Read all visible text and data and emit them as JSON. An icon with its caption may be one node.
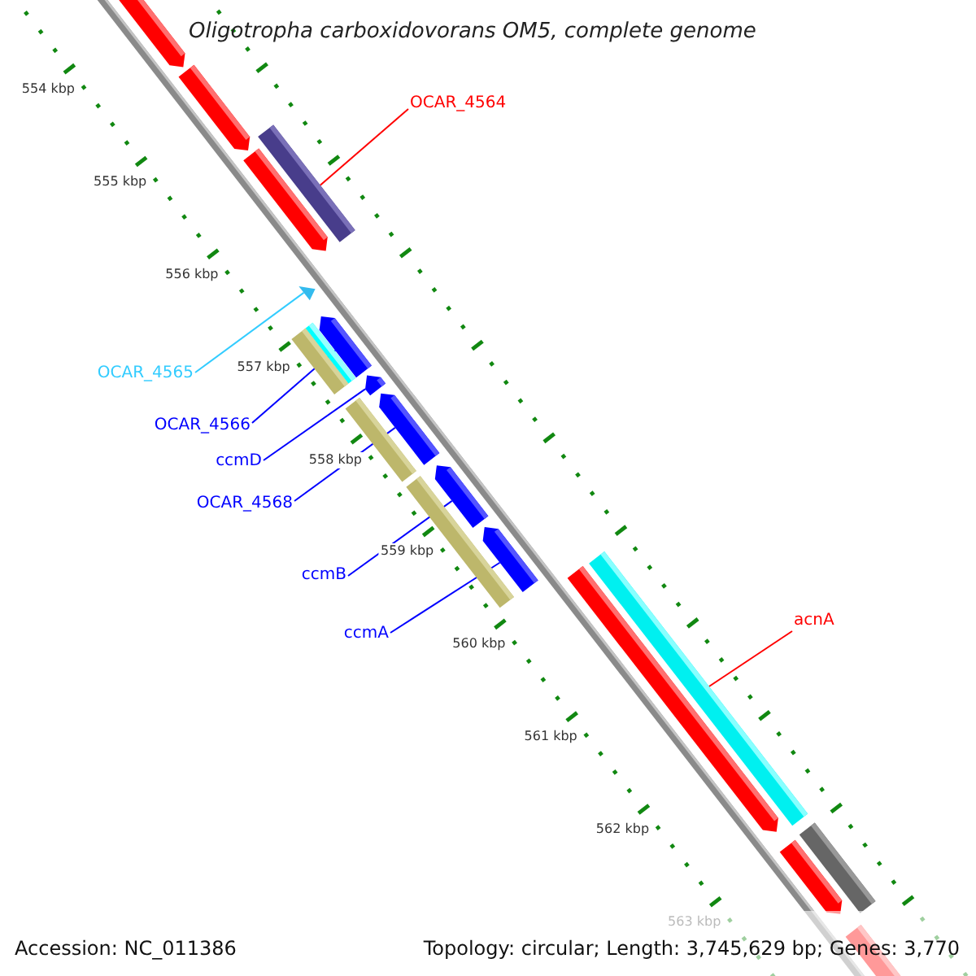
{
  "diagram": {
    "title": "Oligotropha carboxidovorans OM5, complete genome",
    "nodes": [
      {
        "text": [
          "OCAR_4564"
        ]
      },
      {
        "text": [],
        "shape": "bar"
      },
      {
        "text": [
          "OCAR_4565"
        ]
      },
      {
        "text": [],
        "shape": "triangle"
      },
      {
        "text": [
          "OCAR_4566"
        ]
      },
      {
        "text": [],
        "shape": "arrow"
      },
      {
        "text": [
          "ccmD"
        ]
      },
      {
        "text": [],
        "shape": "arrow"
      },
      {
        "text": [
          "OCAR_4568"
        ]
      },
      {
        "text": [],
        "shape": "arrow"
      },
      {
        "text": [
          "ccmB"
        ]
      },
      {
        "text": [],
        "shape": "arrow"
      },
      {
        "text": [
          "ccmA"
        ]
      },
      {
        "text": [],
        "shape": "arrow"
      },
      {
        "text": [
          "acnA"
        ]
      },
      {
        "text": [],
        "shape": "bar"
      }
    ],
    "edges": [
      {
        "from": 0,
        "to": 1,
        "arrow": "none",
        "color": "#ff0000"
      },
      {
        "from": 2,
        "to": 3,
        "arrow": "none",
        "color": "#33ccff"
      },
      {
        "from": 4,
        "to": 5,
        "arrow": "none"
      },
      {
        "from": 6,
        "to": 7,
        "arrow": "none"
      },
      {
        "from": 8,
        "to": 9,
        "arrow": "none"
      },
      {
        "from": 10,
        "to": 11,
        "arrow": "none"
      },
      {
        "from": 12,
        "to": 13,
        "arrow": "none"
      },
      {
        "from": 14,
        "to": 15,
        "arrow": "none",
        "color": "#ff0000"
      }
    ],
    "labels": [
      "554 kbp",
      "555 kbp",
      "556 kbp",
      "557 kbp",
      "558 kbp",
      "559 kbp",
      "560 kbp",
      "561 kbp",
      "562 kbp",
      "563 kbp",
      "Accession: NC_011386",
      "Topology: circular; Length: 3,745,629 bp; Genes: 3,770"
    ]
  }
}
